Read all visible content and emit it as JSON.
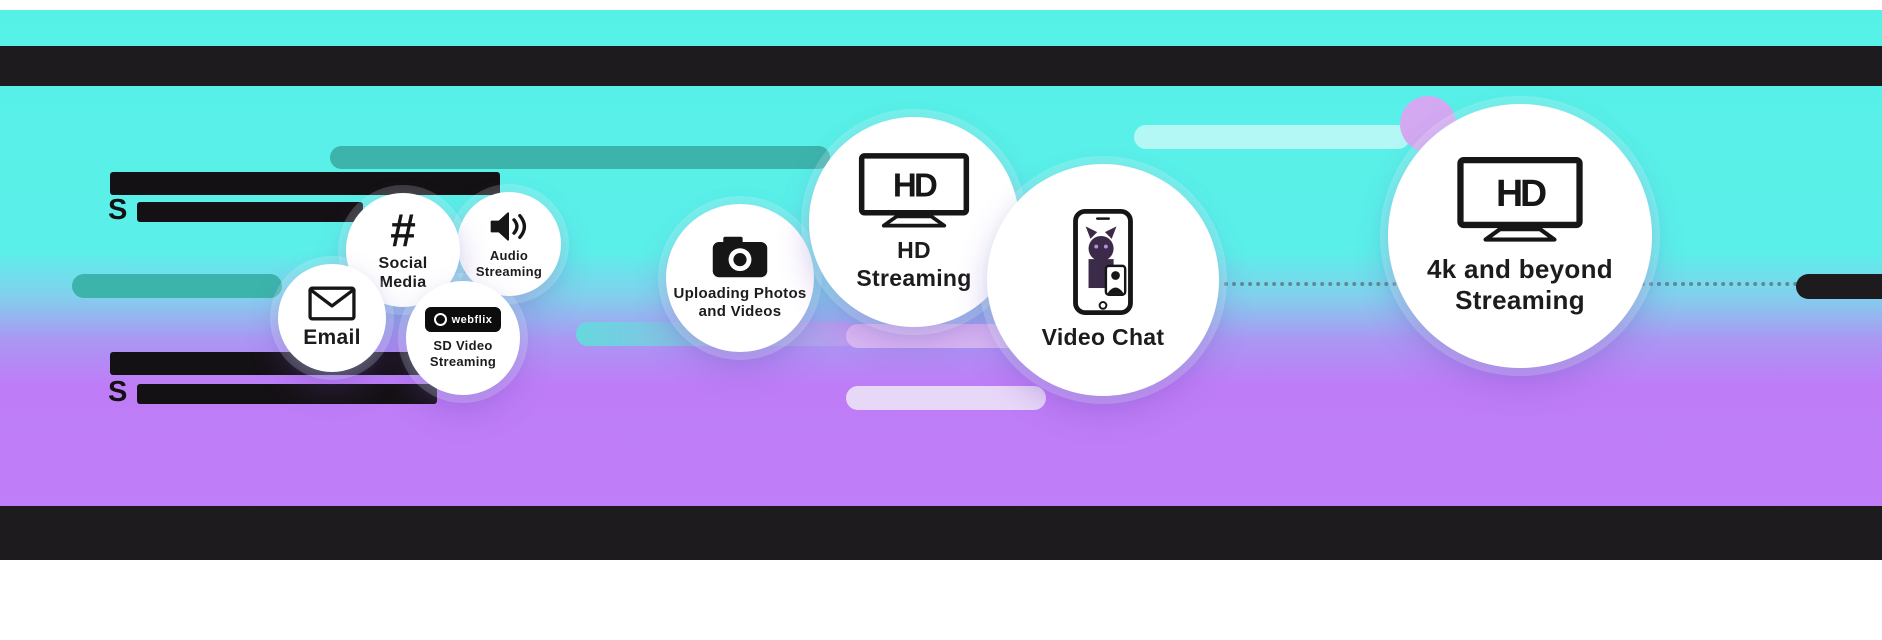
{
  "colors": {
    "background_cyan": "#57F1E7",
    "background_purple": "#BE7DF8",
    "header_bar": "#1E1B1E",
    "teal_pill": "#3CB4AB",
    "lavender_pill": "#D9B9F3"
  },
  "headings": {
    "upper_visible_prefix": "S",
    "lower_visible_prefix": "S"
  },
  "bubbles": [
    {
      "label": "Email"
    },
    {
      "label": "Social\nMedia"
    },
    {
      "label": "Audio\nStreaming"
    },
    {
      "label": "SD Video\nStreaming",
      "badge": "webflix"
    },
    {
      "label": "Uploading Photos\nand Videos"
    },
    {
      "label": "HD\nStreaming",
      "screen_text": "HD"
    },
    {
      "label": "Video Chat"
    },
    {
      "label": "4k and beyond\nStreaming",
      "screen_text": "HD"
    }
  ]
}
